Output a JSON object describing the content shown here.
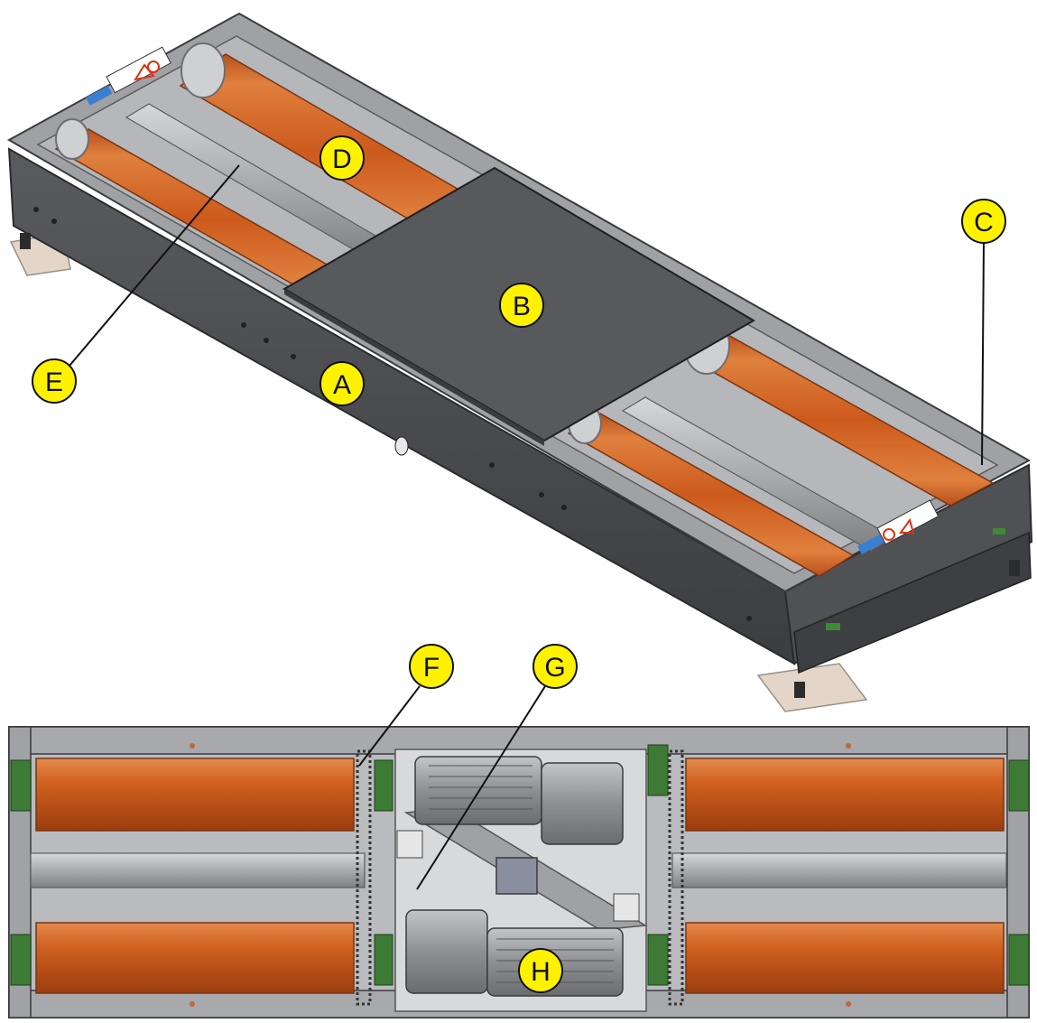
{
  "colors": {
    "frame_dark": "#4a4b4e",
    "frame_mid": "#8a8c8f",
    "frame_light": "#c9cacc",
    "roller_orange": "#c8551d",
    "roller_orange_light": "#e07a3a",
    "plate": "#56575a",
    "callout_fill": "#fff200",
    "callout_stroke": "#111111",
    "bearing_green": "#3d7a35",
    "motor_gray": "#9a9b9d",
    "base_plate": "#e0d3c6"
  },
  "callouts": {
    "a": "A",
    "b": "B",
    "c": "C",
    "d": "D",
    "e": "E",
    "f": "F",
    "g": "G",
    "h": "H"
  },
  "icons": {
    "warning_labels": "warning-sticker-icon",
    "arrow_label": "direction-arrow-icon"
  }
}
